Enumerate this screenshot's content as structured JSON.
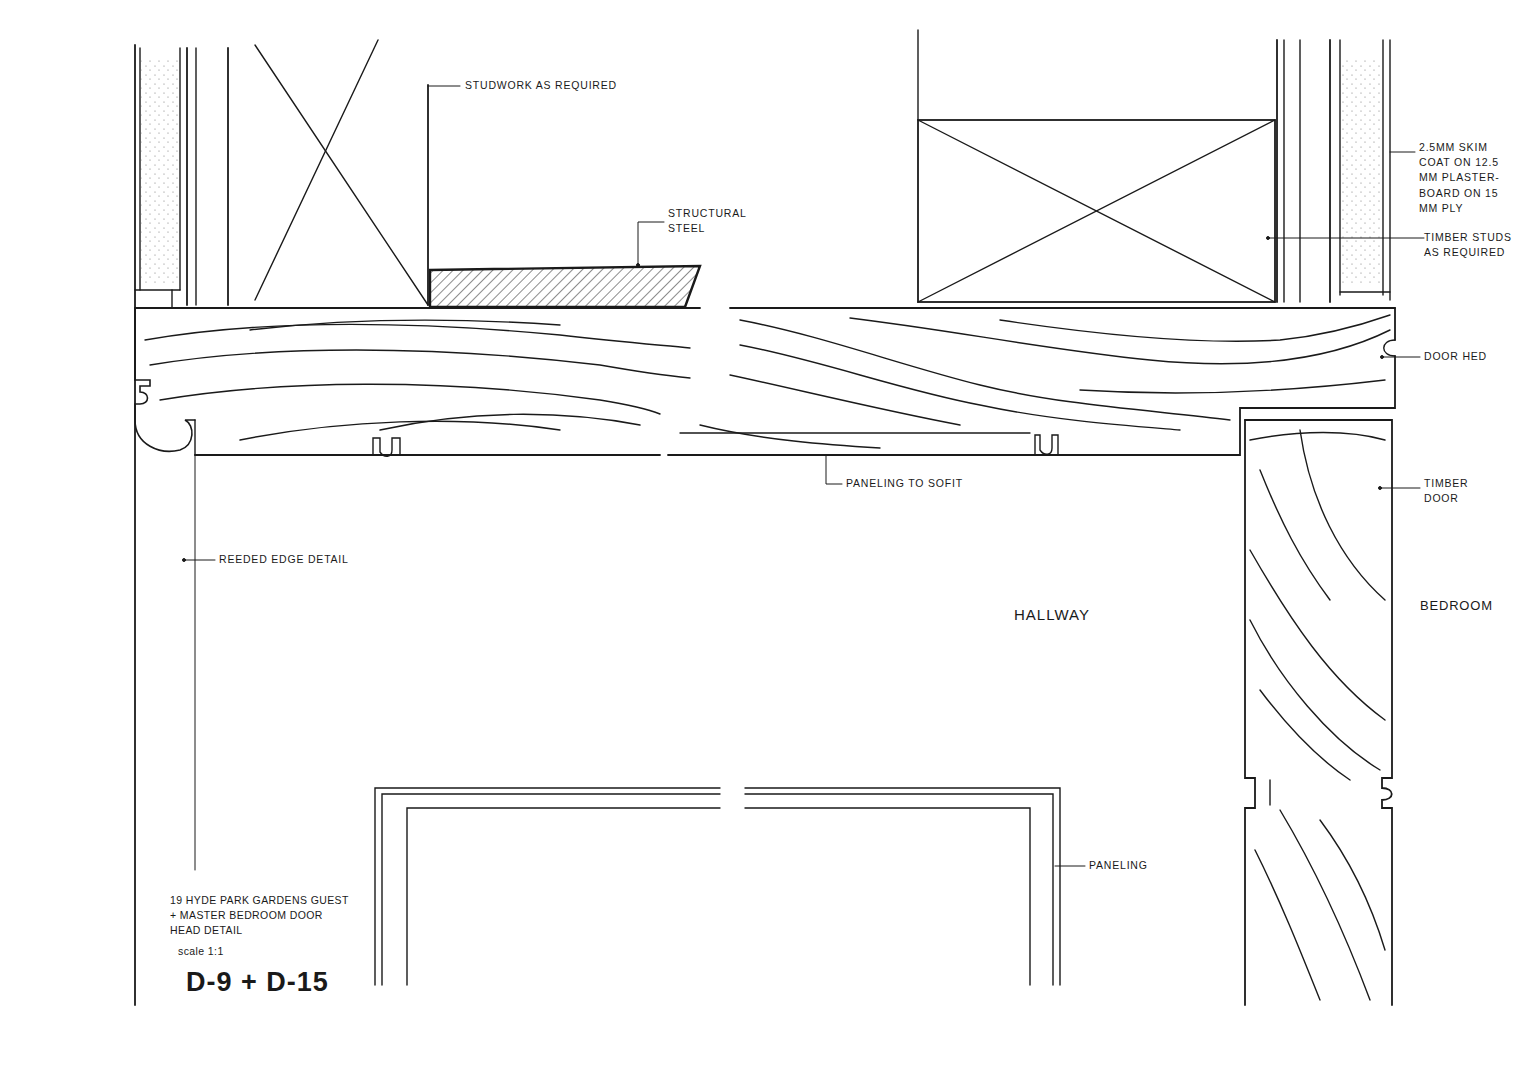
{
  "diagram": {
    "title": "D-9 + D-15",
    "labels": [
      "STUDWORK AS REQUIRED",
      "STRUCTURAL STEEL",
      "2.5MM SKIM COAT ON 12.5 MM PLASTER-BOARD ON 15 MM PLY",
      "TIMBER STUDS AS REQUIRED",
      "DOOR HED",
      "PANELING TO SOFIT",
      "TIMBER DOOR",
      "REEDED EDGE DETAIL",
      "HALLWAY",
      "BEDROOM",
      "PANELING",
      "19 HYDE PARK GARDENS GUEST + MASTER BEDROOM DOOR HEAD DETAIL",
      "scale 1:1"
    ]
  }
}
